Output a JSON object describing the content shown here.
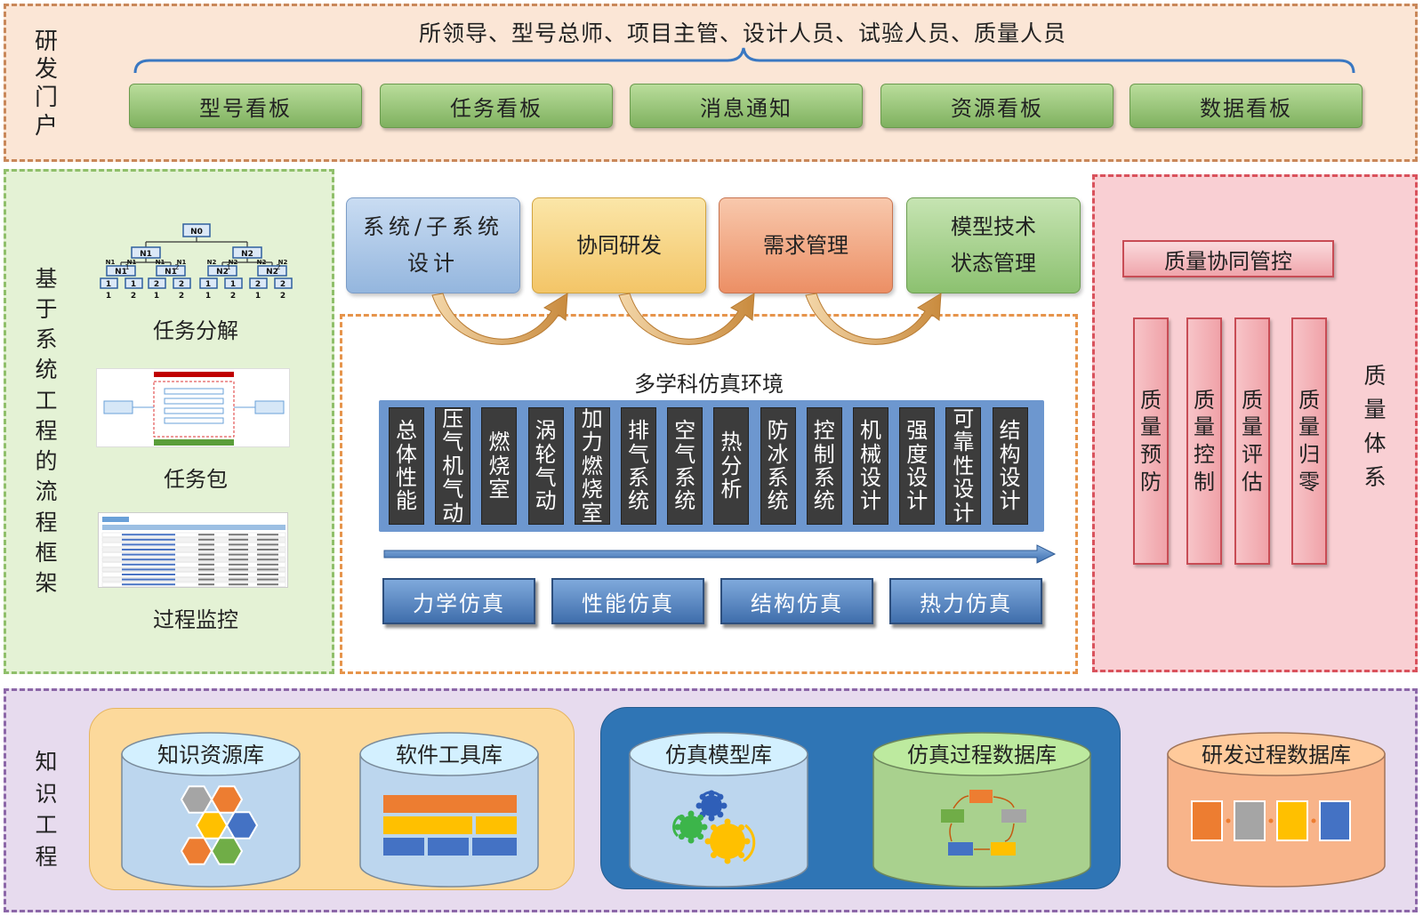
{
  "portal": {
    "label": [
      "研",
      "发",
      "门",
      "户"
    ],
    "roles": "所领导、型号总师、项目主管、设计人员、试验人员、质量人员",
    "boards": [
      "型号看板",
      "任务看板",
      "消息通知",
      "资源看板",
      "数据看板"
    ]
  },
  "left": {
    "label": [
      "基",
      "于",
      "系",
      "统",
      "工",
      "程",
      "的",
      "流",
      "程",
      "框",
      "架"
    ],
    "items": [
      {
        "caption": "任务分解",
        "icon": "task-tree-icon"
      },
      {
        "caption": "任务包",
        "icon": "task-package-thumbnail"
      },
      {
        "caption": "过程监控",
        "icon": "process-monitor-thumbnail"
      }
    ],
    "tree": {
      "root": "N0",
      "level1": [
        "N1",
        "N2"
      ],
      "level2": [
        "N1",
        "N1",
        "N2",
        "N2"
      ],
      "level3": [
        "N1",
        "N1",
        "N1",
        "N1",
        "N2",
        "N2",
        "N2",
        "N2"
      ],
      "leaf_top": [
        "1",
        "1",
        "2",
        "2",
        "1",
        "1",
        "2",
        "2"
      ],
      "leaf_bottom": [
        "1",
        "2",
        "1",
        "2",
        "1",
        "2",
        "1",
        "2"
      ],
      "branch_marks": [
        "1",
        "2",
        "1",
        "2"
      ]
    }
  },
  "center": {
    "top_boxes": [
      {
        "lines": [
          "系统/子系统",
          "设计"
        ],
        "color": "#94b6de"
      },
      {
        "lines": [
          "协同研发"
        ],
        "color": "#f3c567"
      },
      {
        "lines": [
          "需求管理"
        ],
        "color": "#ec8f65"
      },
      {
        "lines": [
          "模型技术",
          "状态管理"
        ],
        "color": "#8cc170"
      }
    ],
    "sim_title": "多学科仿真环境",
    "disciplines": [
      [
        "总",
        "体",
        "性",
        "能"
      ],
      [
        "压",
        "气",
        "机",
        "气",
        "动"
      ],
      [
        "燃",
        "烧",
        "室"
      ],
      [
        "涡",
        "轮",
        "气",
        "动"
      ],
      [
        "加",
        "力",
        "燃",
        "烧",
        "室"
      ],
      [
        "排",
        "气",
        "系",
        "统"
      ],
      [
        "空",
        "气",
        "系",
        "统"
      ],
      [
        "热",
        "分",
        "析"
      ],
      [
        "防",
        "冰",
        "系",
        "统"
      ],
      [
        "控",
        "制",
        "系",
        "统"
      ],
      [
        "机",
        "械",
        "设",
        "计"
      ],
      [
        "强",
        "度",
        "设",
        "计"
      ],
      [
        "可",
        "靠",
        "性",
        "设",
        "计"
      ],
      [
        "结",
        "构",
        "设",
        "计"
      ]
    ],
    "sim_types": [
      "力学仿真",
      "性能仿真",
      "结构仿真",
      "热力仿真"
    ]
  },
  "quality": {
    "title": "质量协同管控",
    "items": [
      [
        "质",
        "量",
        "预",
        "防"
      ],
      [
        "质",
        "量",
        "控",
        "制"
      ],
      [
        "质",
        "量",
        "评",
        "估"
      ],
      [
        "质",
        "量",
        "归",
        "零"
      ]
    ],
    "label": [
      "质",
      "量",
      "体",
      "系"
    ]
  },
  "knowledge": {
    "label": [
      "知",
      "识",
      "工",
      "程"
    ],
    "databases": [
      {
        "name": "知识资源库",
        "icon": "hexagon-cluster-icon",
        "color": "#bcd6ee"
      },
      {
        "name": "软件工具库",
        "icon": "stacked-blocks-icon",
        "color": "#bcd6ee"
      },
      {
        "name": "仿真模型库",
        "icon": "gears-icon",
        "color": "#bcd6ee"
      },
      {
        "name": "仿真过程数据库",
        "icon": "cycle-flow-icon",
        "color": "#a9d18e"
      },
      {
        "name": "研发过程数据库",
        "icon": "process-blocks-icon",
        "color": "#f8b48a"
      }
    ]
  }
}
